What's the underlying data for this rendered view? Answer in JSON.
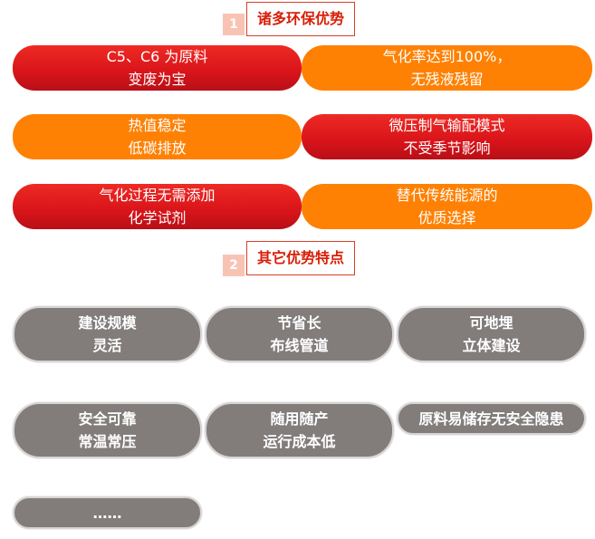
{
  "section1": {
    "num": "1",
    "title": "诸多环保优势",
    "items": [
      {
        "line1": "C5、C6 为原料",
        "line2": "变废为宝"
      },
      {
        "line1": "气化率达到100%，",
        "line2": "无残液残留"
      },
      {
        "line1": "热值稳定",
        "line2": "低碳排放"
      },
      {
        "line1": "微压制气输配模式",
        "line2": "不受季节影响"
      },
      {
        "line1": "气化过程无需添加",
        "line2": "化学试剂"
      },
      {
        "line1": "替代传统能源的",
        "line2": "优质选择"
      }
    ]
  },
  "section2": {
    "num": "2",
    "title": "其它优势特点",
    "items": [
      {
        "line1": "建设规模",
        "line2": "灵活"
      },
      {
        "line1": "节省长",
        "line2": "布线管道"
      },
      {
        "line1": "可地埋",
        "line2": "立体建设"
      },
      {
        "line1": "安全可靠",
        "line2": "常温常压"
      },
      {
        "line1": "随用随产",
        "line2": "运行成本低"
      },
      {
        "line1": "原料易储存无安全隐患"
      },
      {
        "line1": "……"
      }
    ]
  },
  "colors": {
    "red": "#d8141a",
    "orange": "#fe8104",
    "gray": "#827c7b",
    "accent_text": "#d81e06"
  }
}
